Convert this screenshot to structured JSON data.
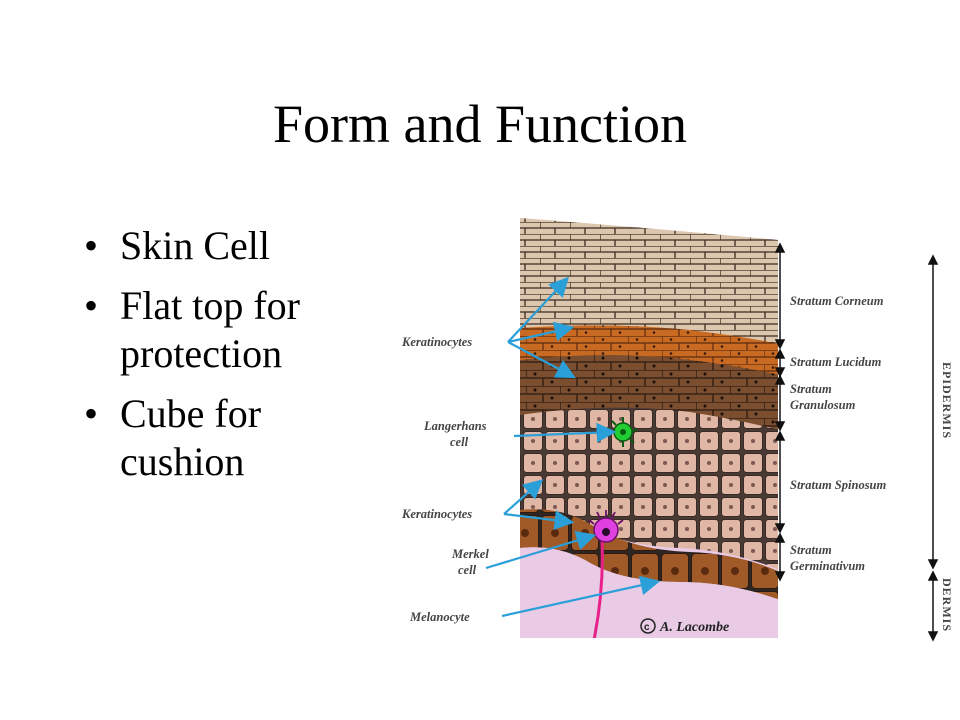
{
  "slide": {
    "title": "Form and Function",
    "bullets": [
      "Skin Cell",
      "Flat top for protection",
      "Cube for cushion"
    ]
  },
  "diagram": {
    "left_labels": {
      "keratinocytes_top": "Keratinocytes",
      "langerhans_1": "Langerhans",
      "langerhans_2": "cell",
      "keratinocytes_bottom": "Keratinocytes",
      "merkel_1": "Merkel",
      "merkel_2": "cell",
      "melanocyte": "Melanocyte"
    },
    "right_labels": {
      "corneum": "Stratum Corneum",
      "lucidum": "Stratum Lucidum",
      "granulosum_1": "Stratum",
      "granulosum_2": "Granulosum",
      "spinosum": "Stratum Spinosum",
      "germinativum_1": "Stratum",
      "germinativum_2": "Germinativum"
    },
    "regions": {
      "epidermis": "EPIDERMIS",
      "dermis": "DERMIS"
    },
    "credit": "A. Lacombe",
    "colors": {
      "corneum": "#d9c3aa",
      "lucidum": "#c96a22",
      "granulosum": "#7a4e2e",
      "spinosum": "#e0b6a4",
      "basal": "#a05a28",
      "dermis": "#e9cbe6",
      "arrow": "#2a9fd8",
      "langerhans": "#22cc33",
      "merkel": "#e040e0"
    }
  }
}
